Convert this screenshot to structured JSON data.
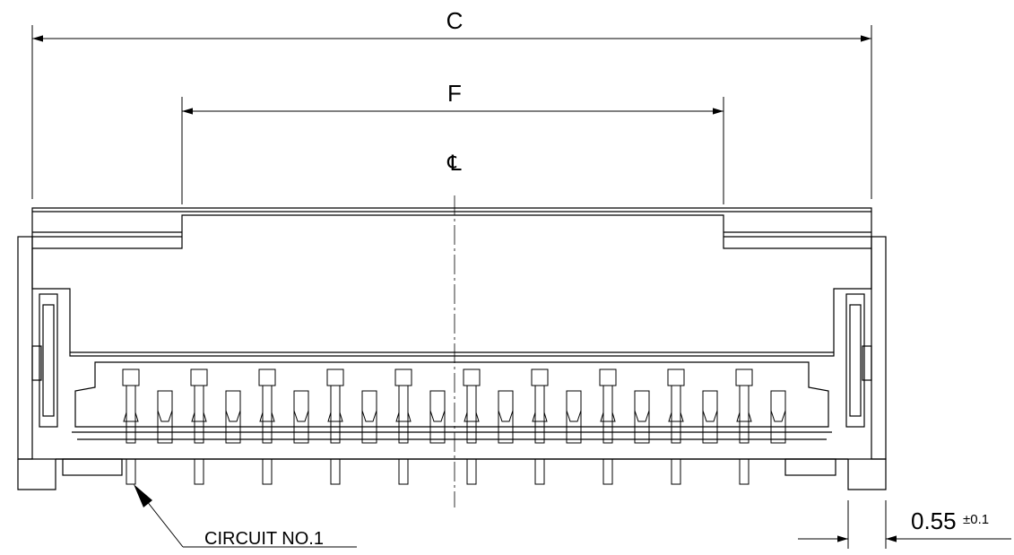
{
  "dimensions": {
    "overall_width_label": "C",
    "inner_width_label": "F",
    "centerline_symbol": "℄",
    "pin_offset_value": "0.55",
    "pin_offset_tolerance": "±0.1"
  },
  "callouts": {
    "circuit_label": "CIRCUIT NO.1"
  },
  "connector": {
    "upper_contact_count": 10,
    "lower_contact_count": 10,
    "solder_tail_count": 10
  },
  "colors": {
    "line": "#000000",
    "background": "#ffffff"
  }
}
